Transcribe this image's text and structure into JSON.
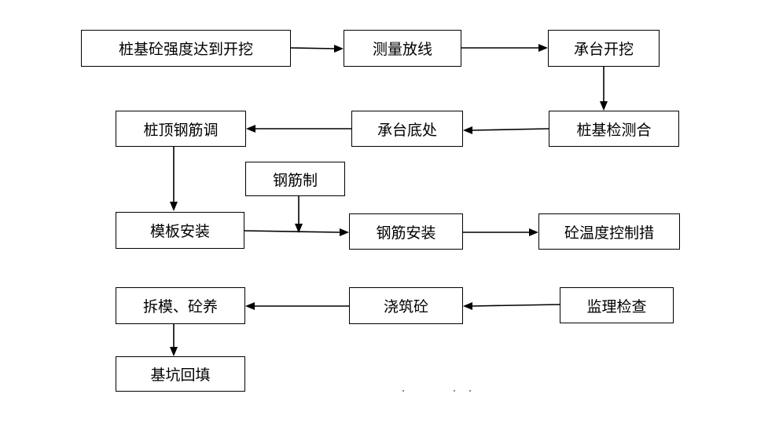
{
  "steps": {
    "pile_strength": "桩基砼强度达到开挖",
    "survey": "测量放线",
    "cap_excavation": "承台开挖",
    "pile_test": "桩基检测合",
    "cap_bottom": "承台底处",
    "pile_top_rebar": "桩顶钢筋调",
    "rebar_make": "钢筋制",
    "formwork": "模板安装",
    "rebar_install": "钢筋安装",
    "temp_control": "砼温度控制措",
    "supervision": "监理检查",
    "pour": "浇筑砼",
    "demold_cure": "拆模、砼养",
    "backfill": "基坑回填"
  },
  "flow": [
    [
      "pile_strength",
      "survey"
    ],
    [
      "survey",
      "cap_excavation"
    ],
    [
      "cap_excavation",
      "pile_test"
    ],
    [
      "pile_test",
      "cap_bottom"
    ],
    [
      "cap_bottom",
      "pile_top_rebar"
    ],
    [
      "pile_top_rebar",
      "formwork"
    ],
    [
      "rebar_make",
      "formwork-to-rebar_install"
    ],
    [
      "formwork",
      "rebar_install"
    ],
    [
      "rebar_install",
      "temp_control"
    ],
    [
      "supervision",
      "pour"
    ],
    [
      "pour",
      "demold_cure"
    ],
    [
      "demold_cure",
      "backfill"
    ]
  ]
}
